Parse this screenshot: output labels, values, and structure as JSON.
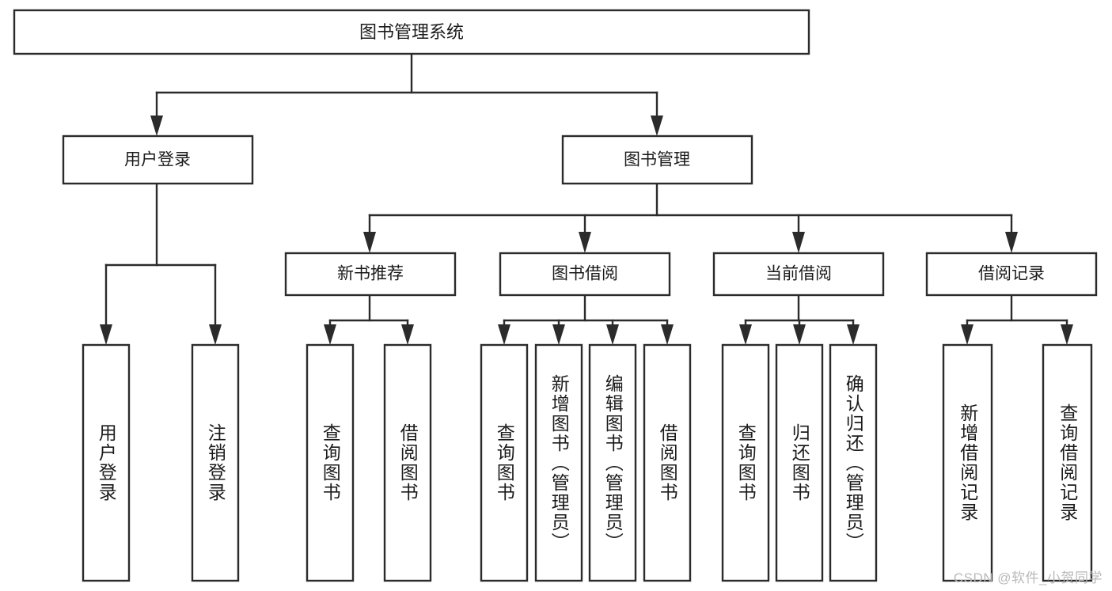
{
  "diagram": {
    "type": "tree",
    "title": "图书管理系统",
    "watermark": "CSDN @软件_小贺同学",
    "colors": {
      "stroke": "#2b2b2b",
      "fill": "#ffffff",
      "text": "#1b1b1b",
      "watermark": "#b9b9b9"
    },
    "root": {
      "label": "图书管理系统"
    },
    "level1": [
      {
        "label": "用户登录"
      },
      {
        "label": "图书管理"
      }
    ],
    "level2": [
      {
        "label": "新书推荐"
      },
      {
        "label": "图书借阅"
      },
      {
        "label": "当前借阅"
      },
      {
        "label": "借阅记录"
      }
    ],
    "leaves": {
      "user_login": [
        {
          "label": "用户登录"
        },
        {
          "label": "注销登录"
        }
      ],
      "new_book_recommend": [
        {
          "label": "查询图书"
        },
        {
          "label": "借阅图书"
        }
      ],
      "book_borrow": [
        {
          "label": "查询图书"
        },
        {
          "label": "新增图书（管理员）"
        },
        {
          "label": "编辑图书（管理员）"
        },
        {
          "label": "借阅图书"
        }
      ],
      "current_borrow": [
        {
          "label": "查询图书"
        },
        {
          "label": "归还图书"
        },
        {
          "label": "确认归还（管理员）"
        }
      ],
      "borrow_record": [
        {
          "label": "新增借阅记录"
        },
        {
          "label": "查询借阅记录"
        }
      ]
    }
  }
}
